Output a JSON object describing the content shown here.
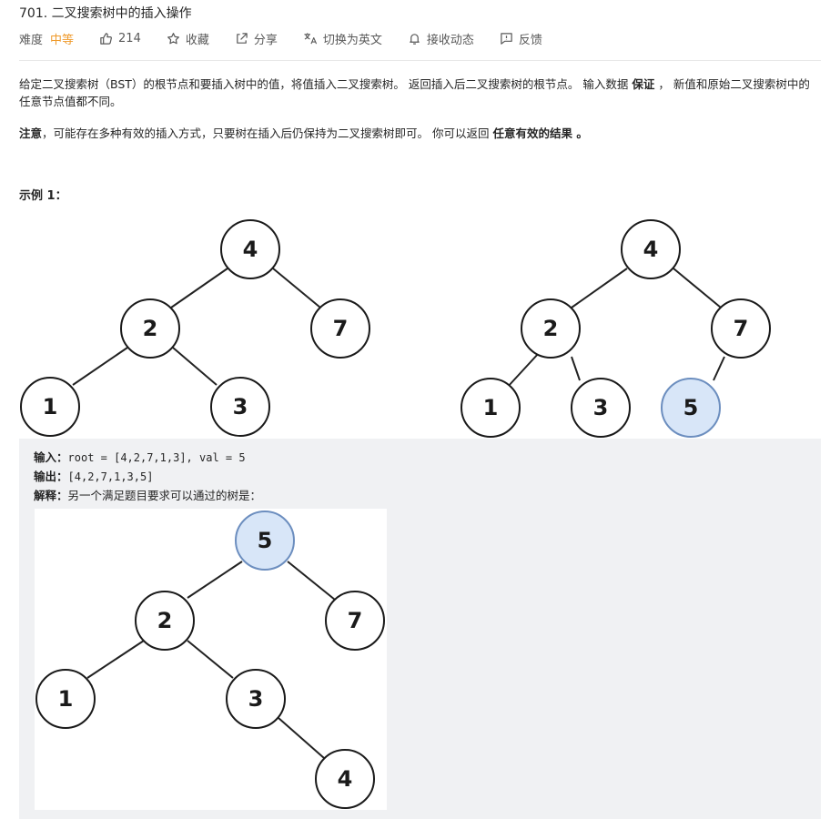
{
  "problem": {
    "title": "701. 二叉搜索树中的插入操作",
    "difficulty_label": "难度",
    "difficulty_value": "中等",
    "likes": "214",
    "favorite": "收藏",
    "share": "分享",
    "switch_lang": "切换为英文",
    "notify": "接收动态",
    "feedback": "反馈"
  },
  "description": {
    "p1_a": "给定二叉搜索树（BST）的根节点和要插入树中的值，将值插入二叉搜索树。 返回插入后二叉搜索树的根节点。 输入数据 ",
    "p1_bold": "保证",
    "p1_b": " ， 新值和原始二叉搜索树中的任意节点值都不同。",
    "p2_bold": "注意",
    "p2_a": "，可能存在多种有效的插入方式，只要树在插入后仍保持为二叉搜索树即可。 你可以返回 ",
    "p2_bold2": "任意有效的结果 。"
  },
  "example": {
    "title": "示例 1：",
    "input_label": "输入：",
    "input_value": "root = [4,2,7,1,3], val = 5",
    "output_label": "输出：",
    "output_value": "[4,2,7,1,3,5]",
    "explain_label": "解释：",
    "explain_value": "另一个满足题目要求可以通过的树是："
  },
  "trees": {
    "original": [
      "4",
      "2",
      "7",
      "1",
      "3"
    ],
    "inserted": [
      "4",
      "2",
      "7",
      "1",
      "3",
      "5"
    ],
    "alternative": [
      "5",
      "2",
      "7",
      "1",
      "3",
      "4"
    ]
  },
  "colors": {
    "highlight_fill": "#d8e6f8",
    "highlight_stroke": "#6c8ebf",
    "difficulty": "#ef9a2b"
  }
}
